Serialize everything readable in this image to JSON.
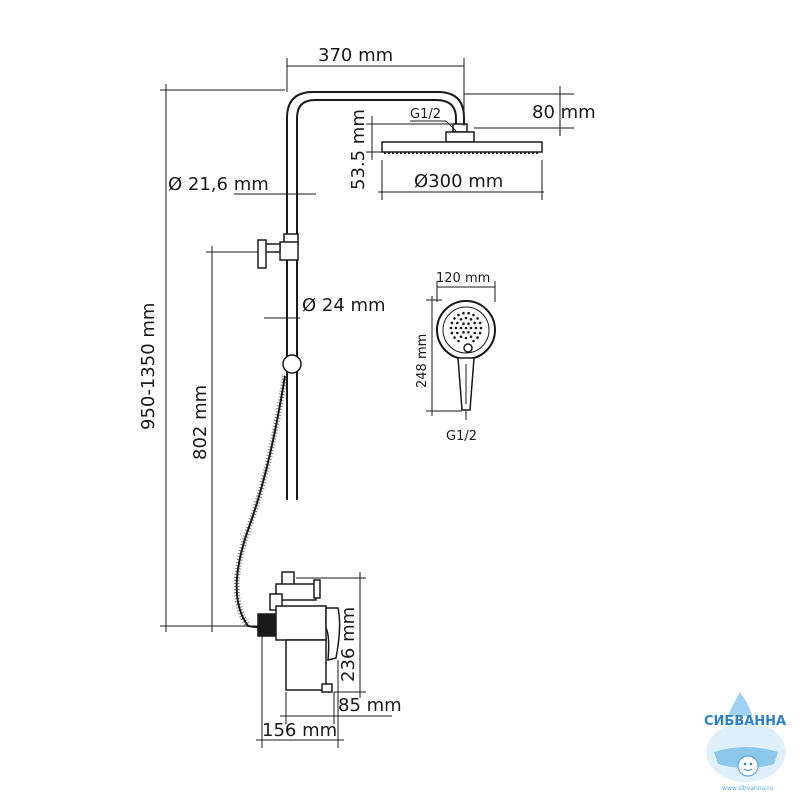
{
  "dimensions": {
    "arm_length": "370 mm",
    "arm_height": "80 mm",
    "head_thread": "G1/2",
    "head_thickness": "53.5 mm",
    "head_diameter": "Ø300 mm",
    "upper_pipe_diameter": "Ø 21,6 mm",
    "lower_pipe_diameter": "Ø 24 mm",
    "total_height": "950-1350 mm",
    "holder_height": "802 mm",
    "mixer_height": "236 mm",
    "spout_depth": "85 mm",
    "mixer_width": "156 mm"
  },
  "hand_shower": {
    "width": "120 mm",
    "length": "248 mm",
    "thread": "G1/2"
  },
  "logo": {
    "brand": "СИБВАННА",
    "site": "www.sibvanna.ru"
  },
  "colors": {
    "line": "#1a1a1a",
    "logo_blue": "#2f82c7",
    "logo_light": "#bfe1f7"
  }
}
